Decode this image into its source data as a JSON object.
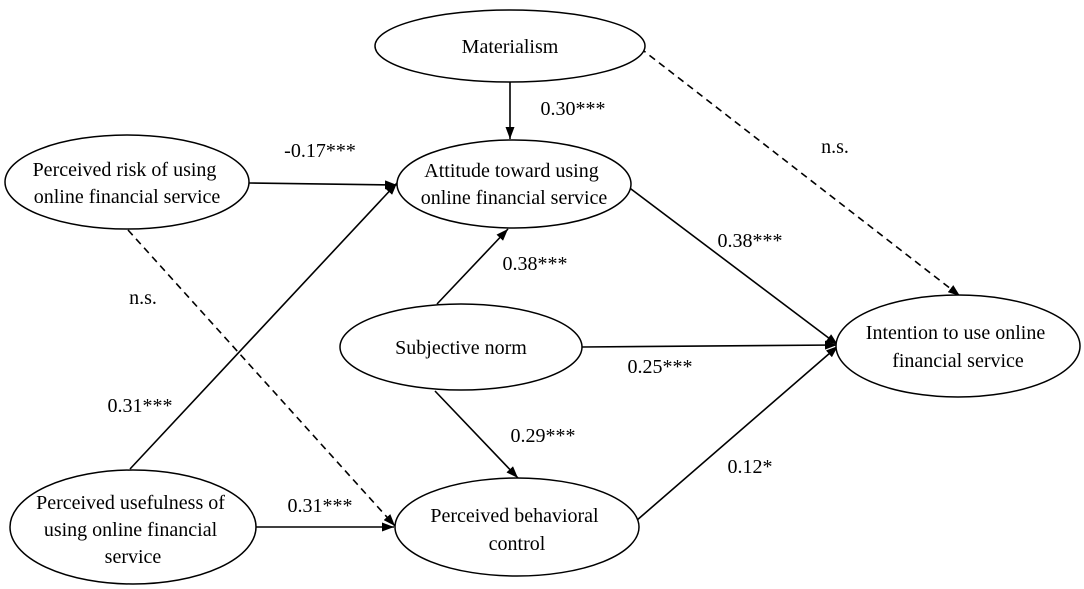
{
  "nodes": {
    "materialism": {
      "lines": [
        "Materialism"
      ]
    },
    "perceived_risk": {
      "lines": [
        "Perceived risk of using",
        "online financial service"
      ]
    },
    "attitude": {
      "lines": [
        "Attitude toward using",
        "online financial service"
      ]
    },
    "subjective_norm": {
      "lines": [
        "Subjective norm"
      ]
    },
    "intention": {
      "lines": [
        "Intention to use online",
        "financial service"
      ]
    },
    "perceived_usefulness": {
      "lines": [
        "Perceived usefulness of",
        "using online financial",
        "service"
      ]
    },
    "perceived_behavioral_control": {
      "lines": [
        "Perceived behavioral",
        "control"
      ]
    }
  },
  "edges": {
    "materialism_to_attitude": {
      "label": "0.30***"
    },
    "materialism_to_intention": {
      "label": "n.s."
    },
    "risk_to_attitude": {
      "label": "-0.17***"
    },
    "risk_to_behavioral_control": {
      "label": "n.s."
    },
    "usefulness_to_attitude": {
      "label": "0.31***"
    },
    "usefulness_to_behavioral_control": {
      "label": "0.31***"
    },
    "subjective_norm_to_attitude": {
      "label": "0.38***"
    },
    "subjective_norm_to_intention": {
      "label": "0.25***"
    },
    "subjective_norm_to_behavioral_control": {
      "label": "0.29***"
    },
    "attitude_to_intention": {
      "label": "0.38***"
    },
    "behavioral_control_to_intention": {
      "label": "0.12*"
    }
  }
}
